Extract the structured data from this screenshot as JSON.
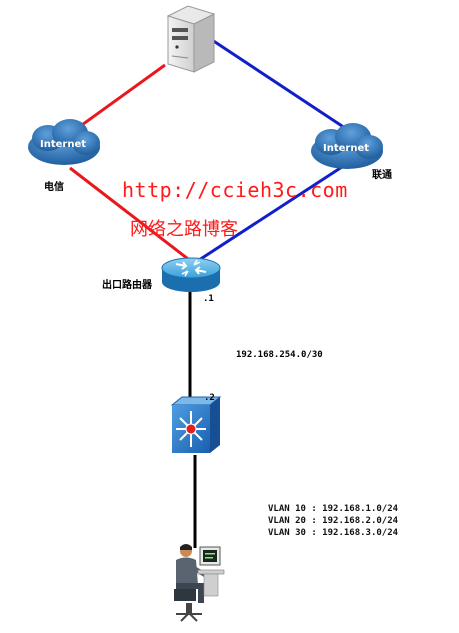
{
  "nodes": {
    "cloud_left": {
      "text": "Internet",
      "isp": "电信"
    },
    "cloud_right": {
      "text": "Internet",
      "isp": "联通"
    },
    "router": {
      "label": "出口路由器",
      "port": ".1"
    },
    "switch": {
      "port": ".2"
    }
  },
  "link": {
    "subnet": "192.168.254.0/30"
  },
  "vlans": [
    "VLAN 10 : 192.168.1.0/24",
    "VLAN 20 : 192.168.2.0/24",
    "VLAN 30 : 192.168.3.0/24"
  ],
  "watermark": {
    "url": "http://ccieh3c.com",
    "blog": "网络之路博客"
  },
  "colors": {
    "telecom_link": "#e8181e",
    "unicom_link": "#1020c8",
    "cloud": "#2e73b8",
    "router": "#1e88c8",
    "switch": "#1a5fb0"
  }
}
